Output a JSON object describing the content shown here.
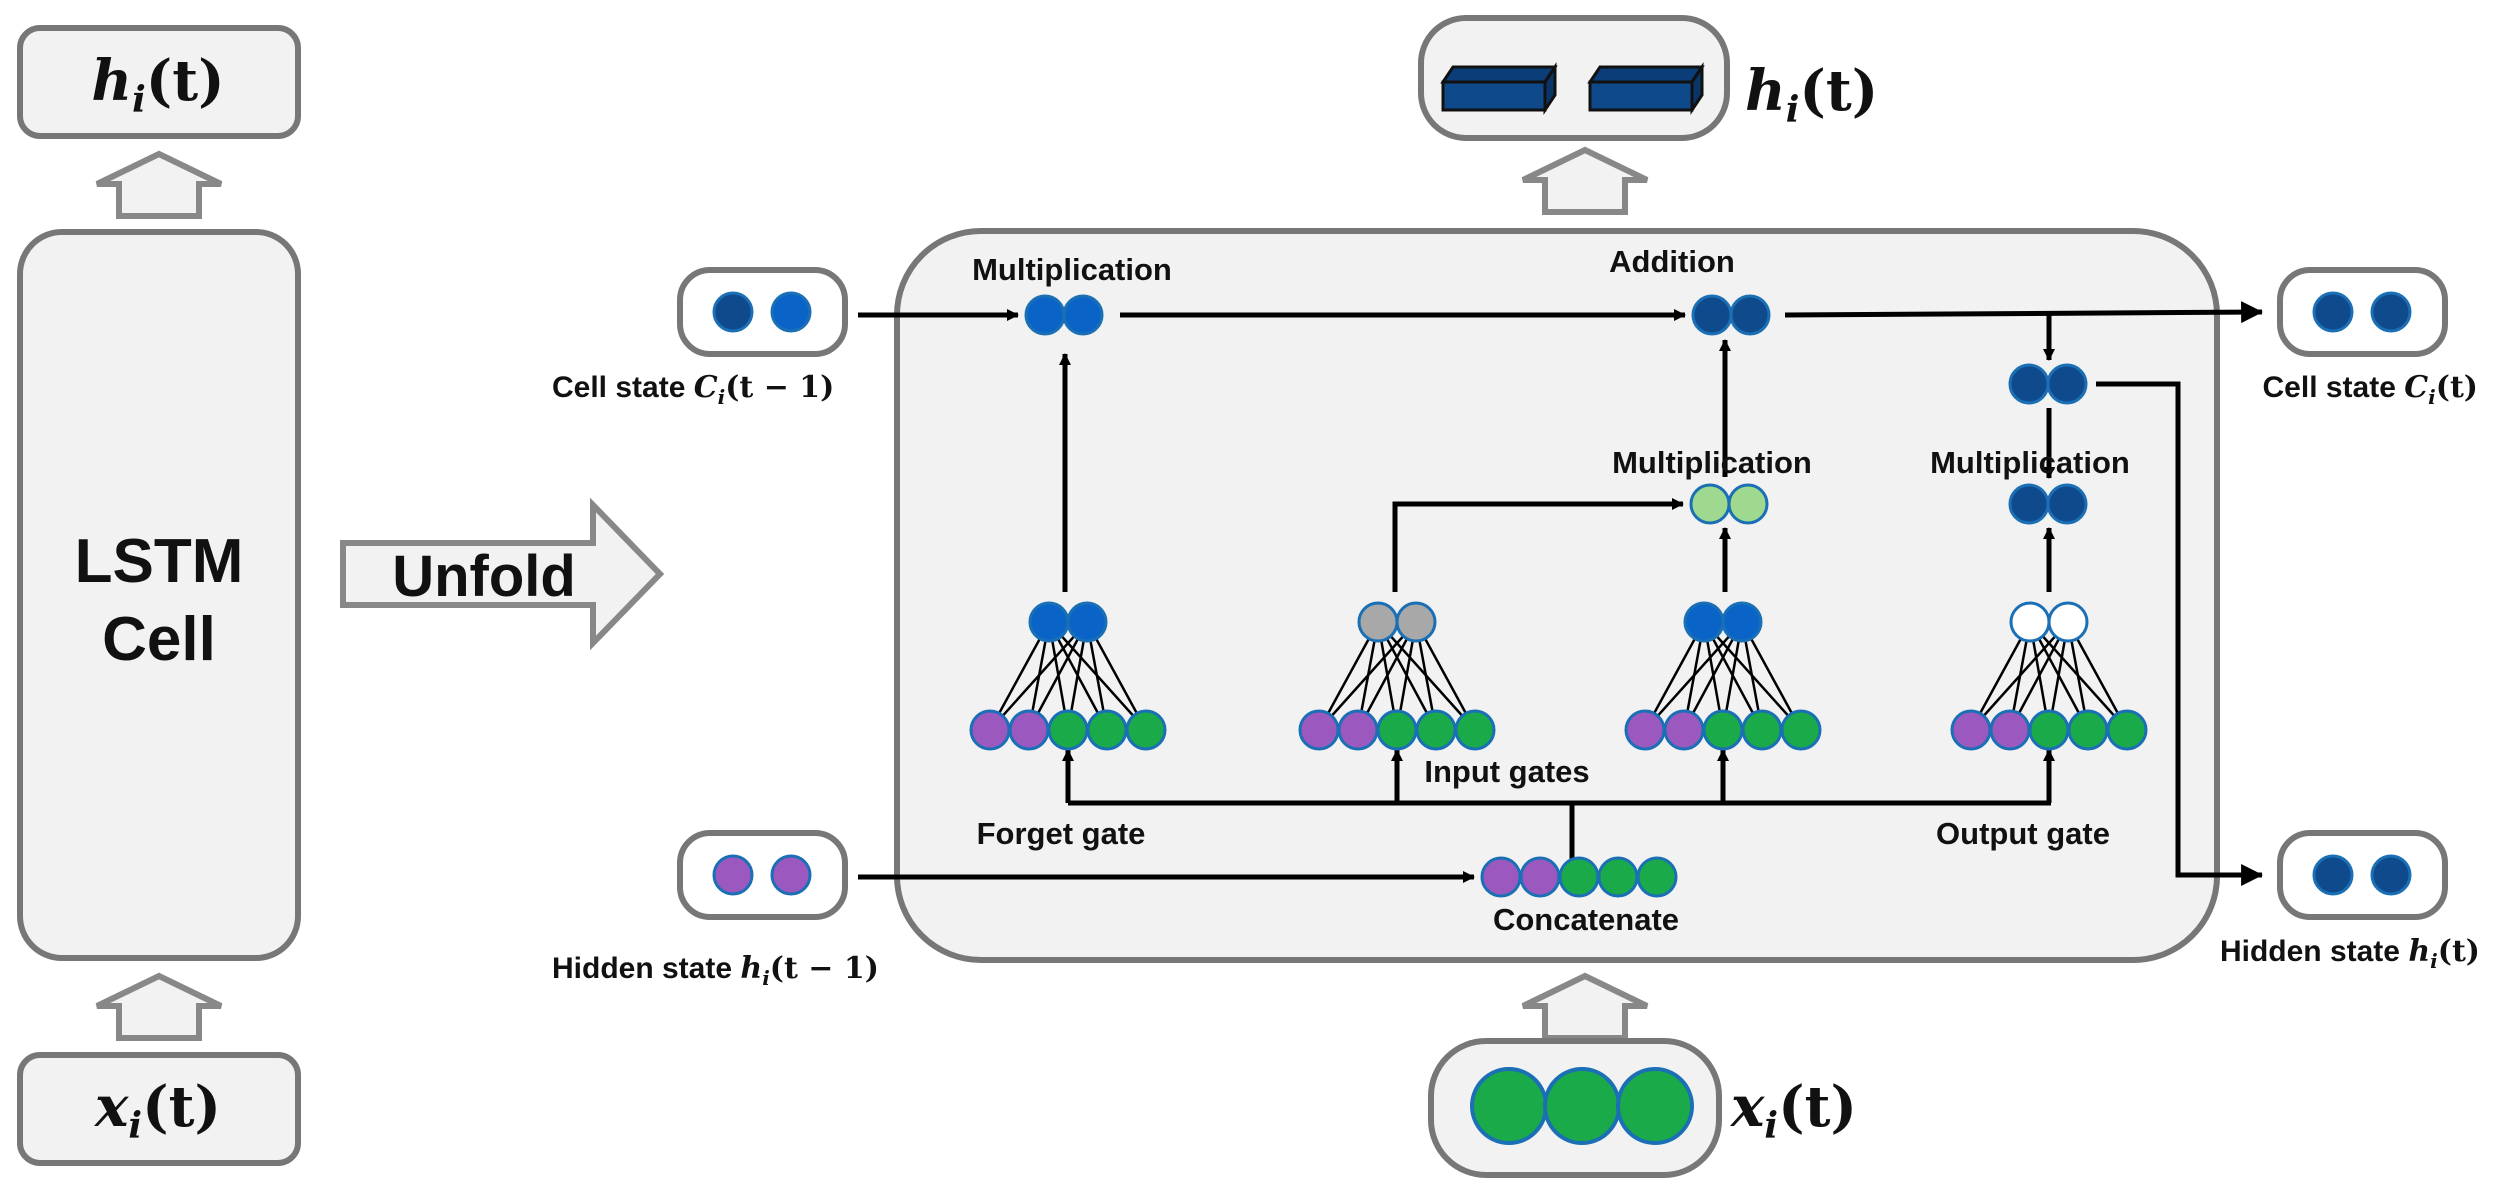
{
  "left_panel": {
    "output": {
      "sym": "h",
      "sub": "i",
      "arg": "(t)"
    },
    "cell_label_1": "LSTM",
    "cell_label_2": "Cell",
    "input": {
      "sym": "x",
      "sub": "i",
      "arg": "(t)"
    }
  },
  "unfold_label": "Unfold",
  "inputs": {
    "cell_state_prev": {
      "text": "Cell state ",
      "sym": "C",
      "sub": "i",
      "arg": "(t − 1)"
    },
    "hidden_state_prev": {
      "text": "Hidden state ",
      "sym": "h",
      "sub": "i",
      "arg": "(t − 1)"
    },
    "x_input": {
      "sym": "x",
      "sub": "i",
      "arg": "(t)"
    }
  },
  "outputs": {
    "top_output": {
      "sym": "h",
      "sub": "i",
      "arg": "(t)"
    },
    "cell_state": {
      "text": "Cell state ",
      "sym": "C",
      "sub": "i",
      "arg": "(t)"
    },
    "hidden_state": {
      "text": "Hidden state ",
      "sym": "h",
      "sub": "i",
      "arg": "(t)"
    }
  },
  "operations": {
    "mult_forget": "Multiplication",
    "addition": "Addition",
    "mult_input": "Multiplication",
    "mult_output": "Multiplication",
    "concatenate": "Concatenate"
  },
  "gates": {
    "forget": "Forget gate",
    "input": "Input gates",
    "output": "Output gate"
  },
  "colors": {
    "blue": "#0a64c8",
    "dark_blue": "#0f4a8c",
    "purple": "#9b59c0",
    "green": "#1aaa4a",
    "light_green": "#9fd98f",
    "grey": "#a8a8a8",
    "outline": "#777777",
    "panel": "#f2f2f2",
    "arrow": "#000000"
  }
}
